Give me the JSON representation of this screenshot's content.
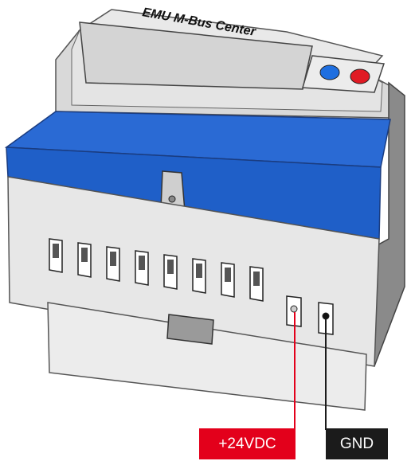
{
  "device": {
    "brand_label": "EMU M-Bus Center"
  },
  "terminals": {
    "count": 10
  },
  "labels": {
    "positive": "+24VDC",
    "ground": "GND"
  },
  "colors": {
    "positive_wire": "#e3001b",
    "ground_wire": "#1b1b1b",
    "cover_blue": "#1f5fc8",
    "button_blue": "#1f6fe0",
    "button_red": "#e01b24",
    "display": "#d6d6d6"
  }
}
